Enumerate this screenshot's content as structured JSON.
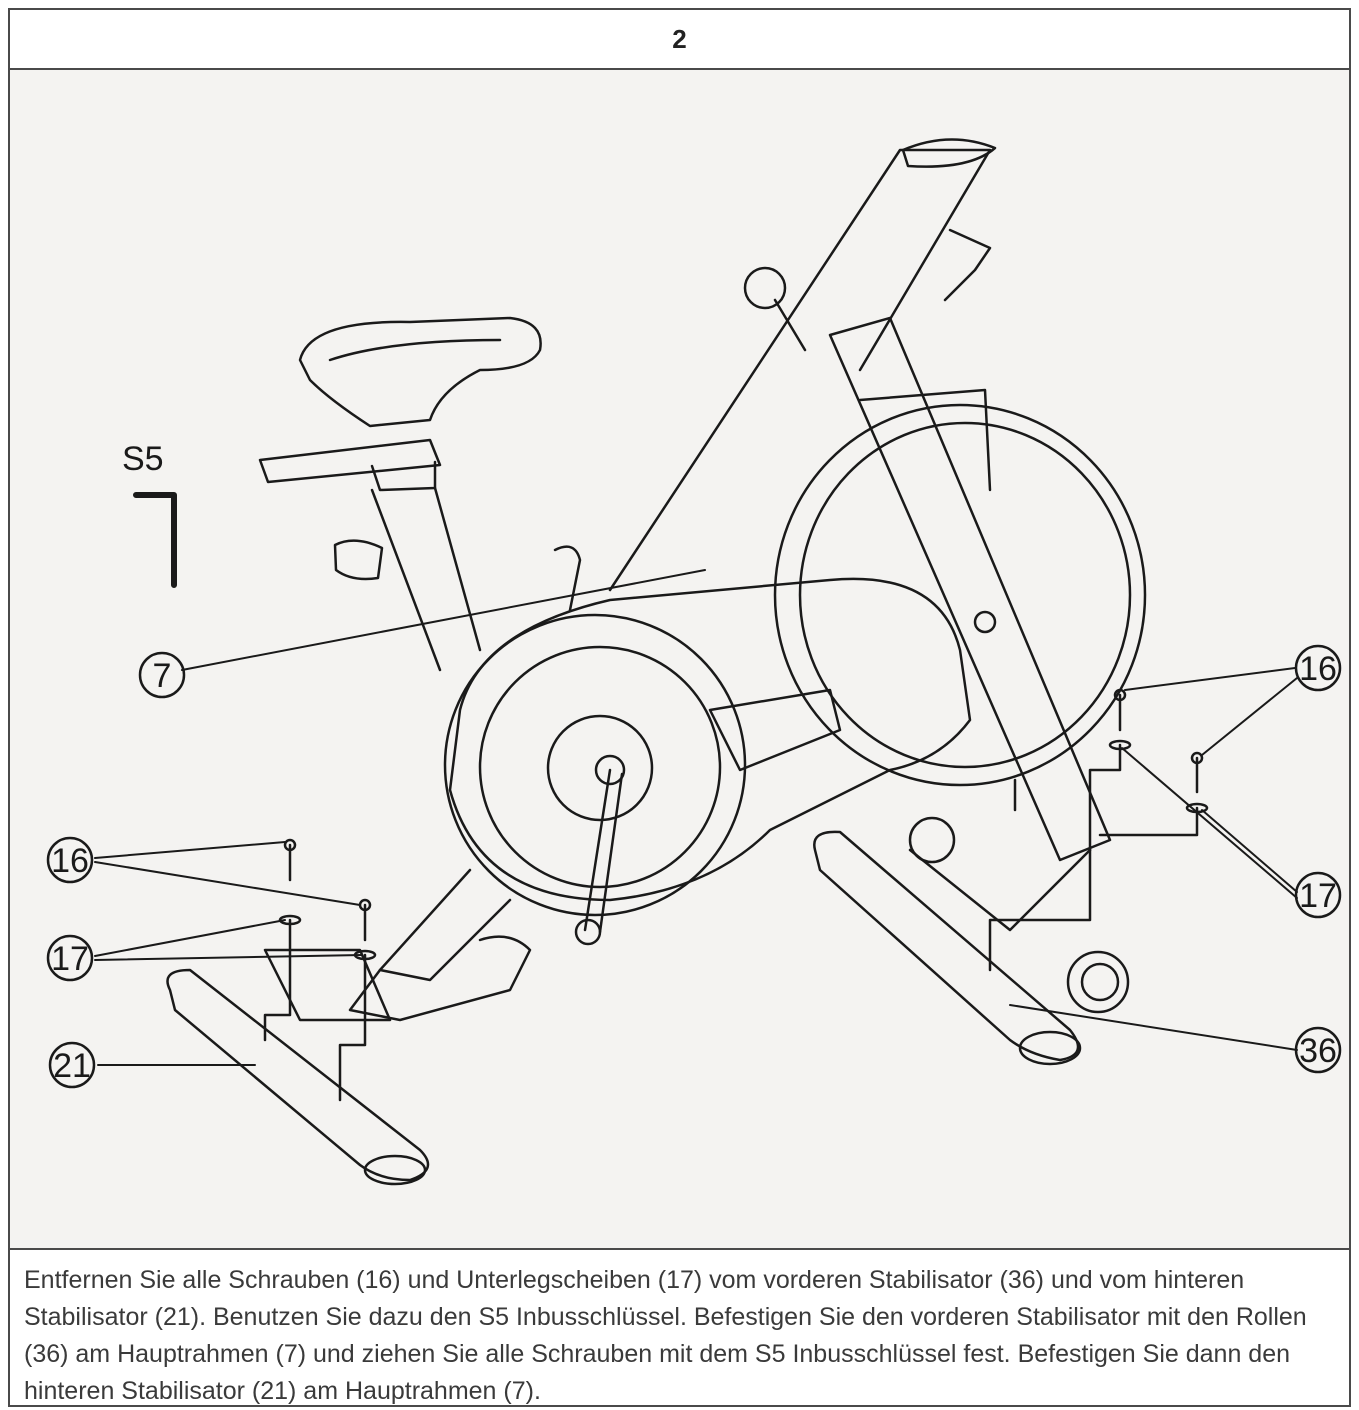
{
  "step": {
    "number": "2"
  },
  "figure": {
    "tool_label": "S5",
    "callouts": {
      "main_frame": "7",
      "bolts_right": "16",
      "washers_right": "17",
      "bolts_left": "16",
      "washers_left": "17",
      "rear_stabilizer": "21",
      "front_stabilizer": "36"
    }
  },
  "caption": {
    "text": "Entfernen Sie alle Schrauben (16) und Unterlegscheiben (17) vom vorderen Stabilisator (36) und vom hinteren Stabilisator (21). Benutzen Sie dazu den S5 Inbusschlüssel. Befestigen Sie den vorderen Stabilisator mit den Rollen (36) am Hauptrahmen (7) und ziehen Sie alle Schrauben mit dem S5 Inbusschlüssel fest. Befestigen Sie dann den hinteren Stabilisator (21) am Hauptrahmen (7)."
  }
}
